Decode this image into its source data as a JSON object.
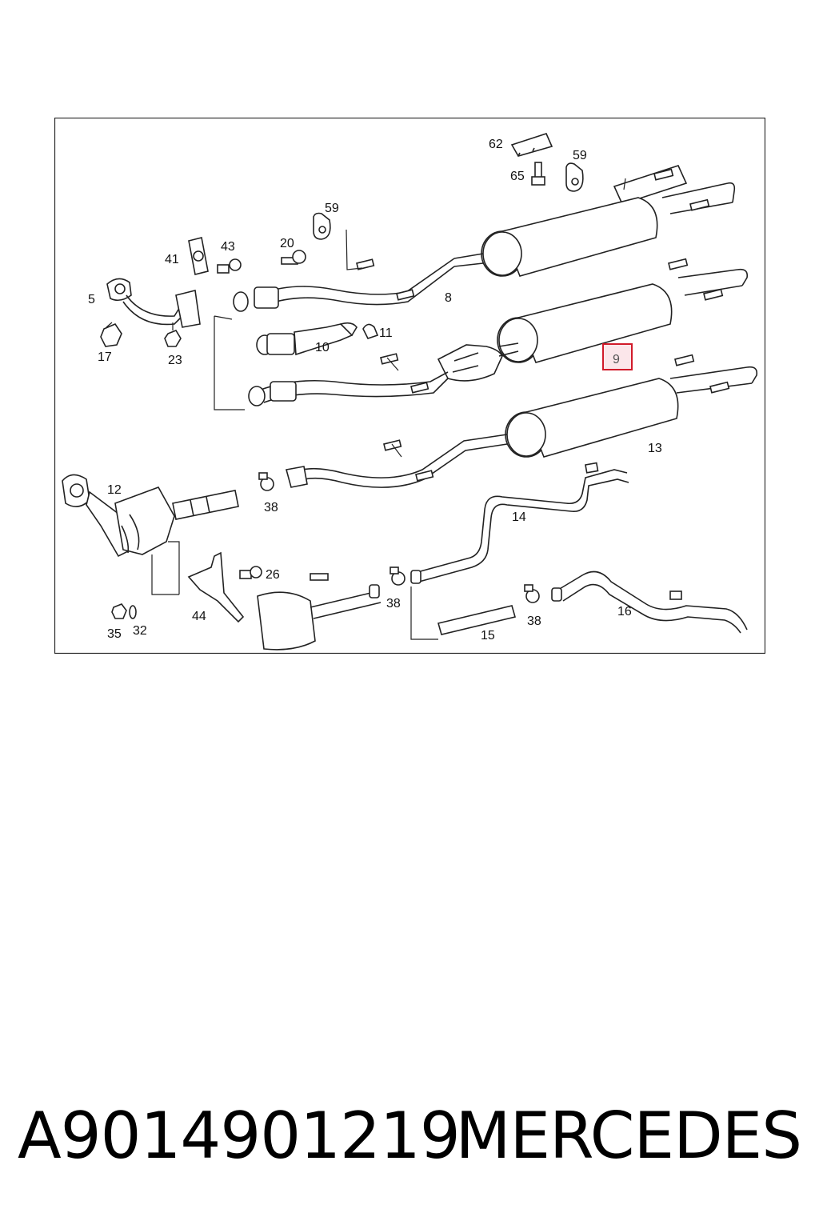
{
  "diagram": {
    "highlighted_part": "9",
    "labels": {
      "l62": "62",
      "l59a": "59",
      "l65": "65",
      "l59b": "59",
      "l20": "20",
      "l43": "43",
      "l41": "41",
      "l5": "5",
      "l8": "8",
      "l11": "11",
      "l10": "10",
      "l17": "17",
      "l23": "23",
      "l13": "13",
      "l12": "12",
      "l38a": "38",
      "l14": "14",
      "l26": "26",
      "l38b": "38",
      "l16": "16",
      "l44": "44",
      "l35": "35",
      "l32": "32",
      "l15": "15",
      "l38c": "38"
    }
  },
  "caption": {
    "part_number": "A9014901219",
    "brand": "MERCEDES"
  },
  "colors": {
    "highlight_border": "#d11a2a",
    "highlight_fill": "#fbe6ea"
  }
}
